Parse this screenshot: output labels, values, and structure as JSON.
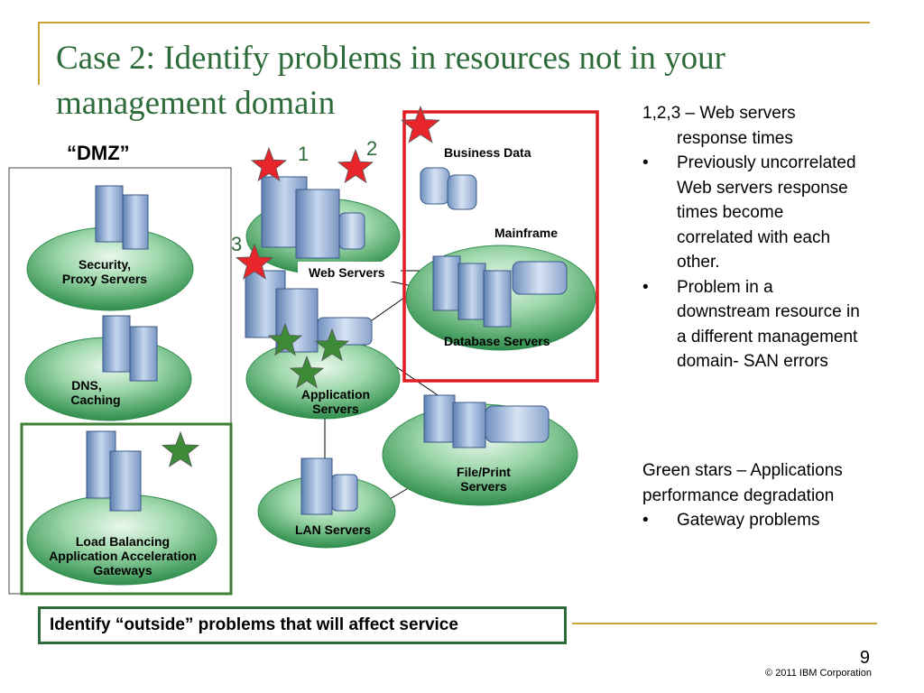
{
  "title": "Case 2: Identify problems in resources not in your management domain",
  "dmz_label": "“DMZ”",
  "nodes": {
    "security": [
      "Security,",
      "Proxy Servers"
    ],
    "dns": [
      "DNS,",
      "Caching"
    ],
    "load_balancing": [
      "Load Balancing",
      "Application Acceleration",
      "Gateways"
    ],
    "web_servers": "Web Servers",
    "application_servers": [
      "Application",
      "Servers"
    ],
    "lan_servers": "LAN Servers",
    "business_data": "Business Data",
    "mainframe": "Mainframe",
    "database_servers": "Database Servers",
    "file_print": [
      "File/Print",
      "Servers"
    ]
  },
  "numbers": [
    "1",
    "2",
    "3"
  ],
  "right_panel": {
    "heading1": "1,2,3 – Web servers",
    "heading1_cont": "response times",
    "bullets1": [
      [
        "Previously uncorrelated",
        "Web servers response",
        "times become",
        "correlated with each",
        "other."
      ],
      [
        "Problem in a",
        "downstream resource in",
        "a different management",
        "domain- SAN errors"
      ]
    ],
    "heading2": "Green stars – Applications",
    "heading2_cont": [
      "performance",
      "degradation"
    ],
    "bullets2": [
      "Gateway problems"
    ]
  },
  "bottom_box": "Identify “outside” problems that will affect service",
  "page_number": "9",
  "copyright": "© 2011 IBM Corporation",
  "colors": {
    "title": "#2e6b3a",
    "red_star": "#e8252b",
    "green_star": "#3d8b37",
    "red_box": "#e11b22",
    "green_box": "#3f7f38",
    "ellipse": "#3ea35b",
    "gold": "#c8a435"
  }
}
